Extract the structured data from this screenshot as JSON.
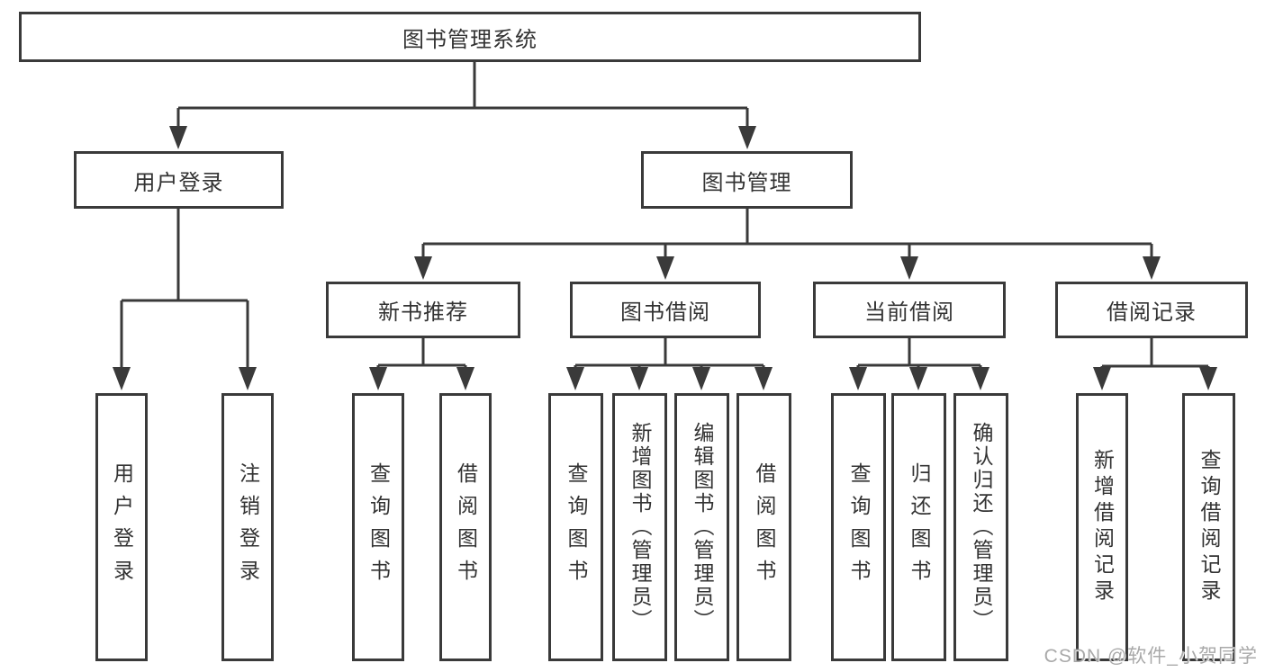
{
  "tree": {
    "label": "图书管理系统",
    "children": [
      {
        "label": "用户登录",
        "children": [
          {
            "label": "用户登录"
          },
          {
            "label": "注销登录"
          }
        ]
      },
      {
        "label": "图书管理",
        "children": [
          {
            "label": "新书推荐",
            "children": [
              {
                "label": "查询图书"
              },
              {
                "label": "借阅图书"
              }
            ]
          },
          {
            "label": "图书借阅",
            "children": [
              {
                "label": "查询图书"
              },
              {
                "label": "新增图书（管理员）"
              },
              {
                "label": "编辑图书（管理员）"
              },
              {
                "label": "借阅图书"
              }
            ]
          },
          {
            "label": "当前借阅",
            "children": [
              {
                "label": "查询图书"
              },
              {
                "label": "归还图书"
              },
              {
                "label": "确认归还（管理员）"
              }
            ]
          },
          {
            "label": "借阅记录",
            "children": [
              {
                "label": "新增借阅记录"
              },
              {
                "label": "查询借阅记录"
              }
            ]
          }
        ]
      }
    ]
  },
  "watermark": {
    "text": "CSDN @软件_小贺同学"
  },
  "colors": {
    "line": "#3a3a3a",
    "text": "#333333",
    "box_background": "#ffffff",
    "watermark": "#a9a9a9"
  }
}
